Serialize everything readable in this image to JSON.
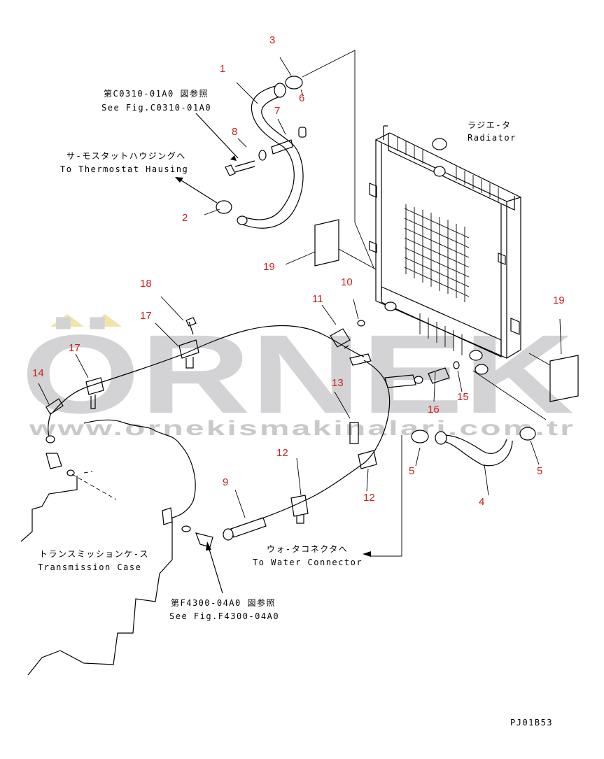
{
  "watermark": {
    "brand": "ÖRNEK",
    "url": "www.ornekismakinalari.com.tr",
    "accent_color": "#f3e3a6",
    "color": "#d3d3d6"
  },
  "drawing_id": "PJ01B53",
  "annotations": {
    "radiator_jp": "ラジエ-タ",
    "radiator_en": "Radiator",
    "thermostat_jp": "サ-モスタットハウジングへ",
    "thermostat_en": "To Thermostat Hausing",
    "fig1_jp": "第C0310-01A0 図参照",
    "fig1_en": "See Fig.C0310-01A0",
    "trans_jp": "トランスミッションケ-ス",
    "trans_en": "Transmission Case",
    "water_jp": "ウォ-タコネクタへ",
    "water_en": "To Water Connector",
    "fig2_jp": "第F4300-04A0 図参照",
    "fig2_en": "See Fig.F4300-04A0"
  },
  "callouts": [
    "1",
    "2",
    "3",
    "4",
    "5",
    "5",
    "6",
    "7",
    "8",
    "9",
    "10",
    "11",
    "12",
    "12",
    "13",
    "14",
    "15",
    "16",
    "17",
    "17",
    "18",
    "19",
    "19"
  ]
}
